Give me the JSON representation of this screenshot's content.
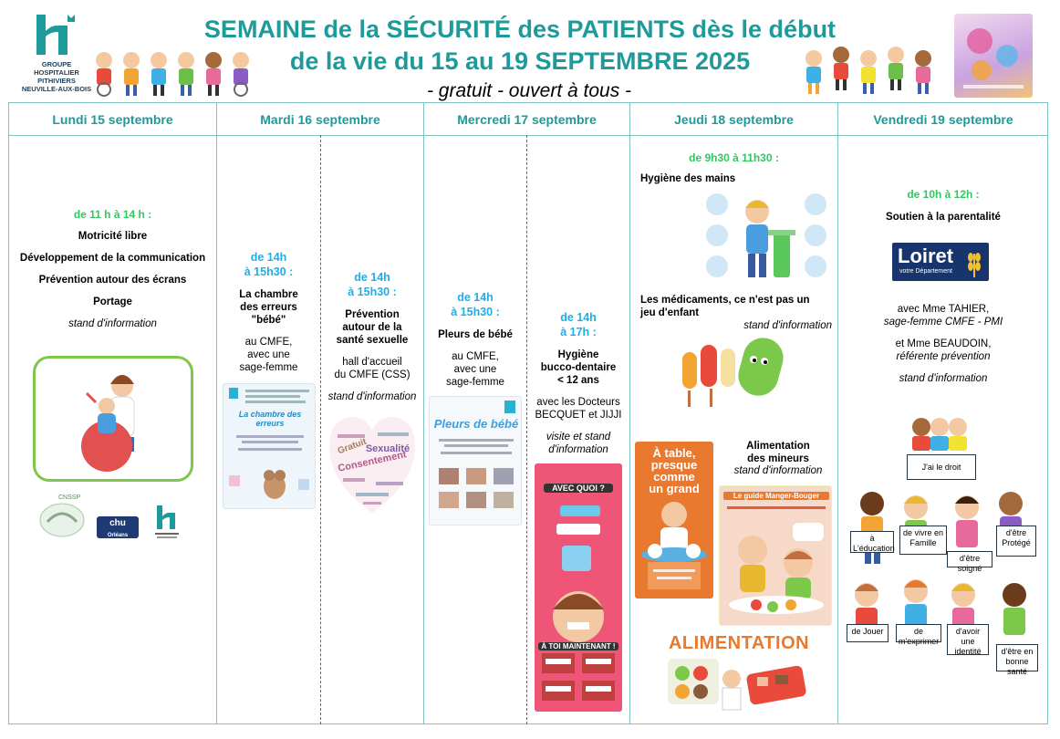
{
  "header": {
    "title_line1": "SEMAINE de la SÉCURITÉ des PATIENTS dès le début",
    "title_line2": "de la vie du 15 au 19 SEPTEMBRE 2025",
    "subtitle": "- gratuit - ouvert à tous -",
    "logo_line1": "GROUPE HOSPITALIER",
    "logo_line2": "PITHIVIERS",
    "logo_line3": "NEUVILLE-AUX-BOIS"
  },
  "days": [
    "Lundi 15 septembre",
    "Mardi 16 septembre",
    "Mercredi 17 septembre",
    "Jeudi 18 septembre",
    "Vendredi 19 septembre"
  ],
  "monday": {
    "time": "de 11 h à 14 h :",
    "items": [
      "Motricité libre",
      "Développement de la communication",
      "Prévention autour des écrans",
      "Portage"
    ],
    "note": "stand d'information",
    "logo_csapa": "CNSSP",
    "logo_chu": "chu",
    "logo_chu_sub": "Orléans"
  },
  "tuesday_a": {
    "time": "de 14h\nà 15h30 :",
    "title": "La chambre\ndes erreurs\n\"bébé\"",
    "desc": "au CMFE,\navec une\nsage-femme",
    "poster_title": "La chambre des erreurs"
  },
  "tuesday_b": {
    "time": "de 14h\nà 15h30 :",
    "title": "Prévention\nautour de la\nsanté sexuelle",
    "desc": "hall d'accueil\ndu CMFE (CSS)",
    "note": "stand d'information",
    "word1": "Consentement",
    "word2": "Sexualité",
    "word3": "Gratuit"
  },
  "wednesday_a": {
    "time": "de 14h\nà 15h30 :",
    "title": "Pleurs de bébé",
    "desc": "au CMFE,\navec une\nsage-femme",
    "poster_title": "Pleurs de bébé"
  },
  "wednesday_b": {
    "time": "de 14h\nà 17h :",
    "title": "Hygiène\nbucco-dentaire\n< 12 ans",
    "desc": "avec les Docteurs\nBECQUET et JIJJI",
    "note": "visite et stand\nd'information",
    "poster_top": "AVEC QUOI ?",
    "poster_bottom": "À TOI MAINTENANT !"
  },
  "thursday": {
    "time": "de 9h30 à 11h30 :",
    "item1": "Hygiène des mains",
    "item2": "Les médicaments, ce n'est pas un\njeu d'enfant",
    "note1": "stand d'information",
    "item3": "Alimentation\ndes mineurs",
    "note2": "stand d'information",
    "poster_table": "À table,\npresque\ncomme\nun grand",
    "poster_guide": "Le guide Manger-Bouger",
    "banner": "ALIMENTATION"
  },
  "friday": {
    "time": "de 10h à 12h :",
    "title": "Soutien à la parentalité",
    "loiret": "Loiret",
    "loiret_sub": "votre Département",
    "person1": "avec Mme TAHIER,",
    "role1": "sage-femme CMFE - PMI",
    "person2": "et Mme BEAUDOIN,",
    "role2": "référente prévention",
    "note": "stand d'information",
    "signs": [
      "J'ai le droit",
      "à L'éducation",
      "de vivre en Famille",
      "d'être soigné",
      "d'être Protégé",
      "de Jouer",
      "de m'exprimer",
      "d'avoir une identité",
      "d'être en bonne santé"
    ]
  },
  "colors": {
    "teal": "#1e9a9a",
    "green": "#2ec95e",
    "blue": "#1eaee8",
    "border": "#7fc3c3"
  }
}
